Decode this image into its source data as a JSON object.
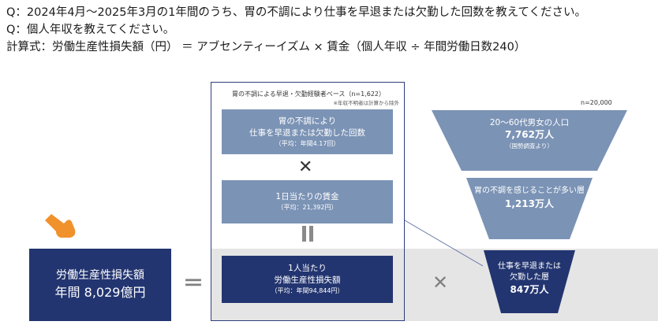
{
  "questions": {
    "q1": "Q：2024年4月～2025年3月の1年間のうち、胃の不調により仕事を早退または欠勤した回数を教えてください。",
    "q2": "Q：個人年収を教えてください。",
    "formula": "計算式：労働生産性損失額（円） ＝ アブセンティーイズム × 賃金（個人年収 ÷ 年間労働日数240）"
  },
  "result": {
    "label": "労働生産性損失額",
    "value": "年間 8,029億円"
  },
  "calc_frame": {
    "title": "胃の不調による早退・欠勤経験者ベース（n=1,622）",
    "note": "※年収不明者は計算から除外",
    "step_a": {
      "line1": "胃の不調により",
      "line2": "仕事を早退または欠勤した回数",
      "sub": "（平均：年間4.17回）"
    },
    "step_b": {
      "line1": "1日当たりの賃金",
      "sub": "（平均：21,392円）"
    },
    "step_c": {
      "line1": "1人当たり",
      "line2": "労働生産性損失額",
      "sub": "（平均：年間94,844円）"
    }
  },
  "symbols": {
    "equals": "＝",
    "times": "✕"
  },
  "funnel": {
    "n_label": "n=20,000",
    "tier1": {
      "line1": "20～60代男女の人口",
      "value": "7,762万人",
      "sub": "（国勢調査より）"
    },
    "tier2": {
      "line1": "胃の不調を感じることが多い層",
      "value": "1,213万人"
    },
    "tier3": {
      "line1": "仕事を早退または",
      "line2": "欠勤した層",
      "value": "847万人"
    }
  },
  "colors": {
    "navy": "#233570",
    "steel": "#7b93b5",
    "band_gray": "#e5e5e5",
    "hand": "#f0912b"
  },
  "icons": {
    "pointer": "pointing-hand-icon"
  }
}
